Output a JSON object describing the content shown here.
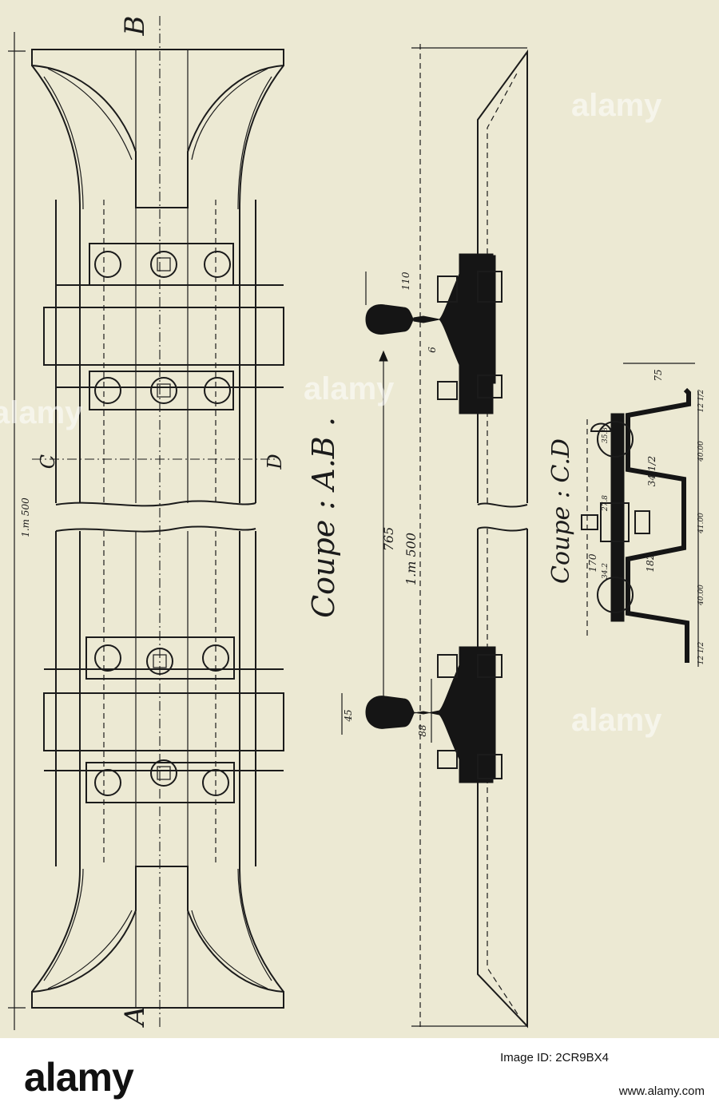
{
  "plate": {
    "background": "#ece9d3",
    "ink": "#1b1b1b",
    "section_ab": {
      "prefix": "Coupe : ",
      "point_a": "A",
      "dot": ".",
      "point_b": "B",
      "suffix": " ."
    },
    "section_cd": {
      "prefix": "Coupe : ",
      "point_c": "C",
      "dot": ".",
      "point_d": "D"
    },
    "markers": {
      "a": "A",
      "b": "B",
      "c": "C",
      "d": "D"
    },
    "dimensions": {
      "overall_length": "1.m 500",
      "half_length": "1.m 500",
      "gauge": "765",
      "rail_head": "45",
      "rail_height": "88",
      "bolt_spacing": "110",
      "rail_web": "6",
      "cd_width": "75",
      "cd_bolt_a": "170",
      "cd_bolt_b": "182",
      "cd_depth": "34 1/2",
      "cd_dims": [
        "12 1/2",
        "40.00",
        "41.00",
        "40.00",
        "12 1/2"
      ],
      "cd_top": [
        "35.8",
        "27.8",
        "34.2"
      ]
    }
  },
  "watermark": {
    "text": "alamy",
    "color": "#ffffff"
  },
  "footer": {
    "brand": "alamy",
    "image_id": "Image ID: 2CR9BX4",
    "url": "www.alamy.com"
  }
}
